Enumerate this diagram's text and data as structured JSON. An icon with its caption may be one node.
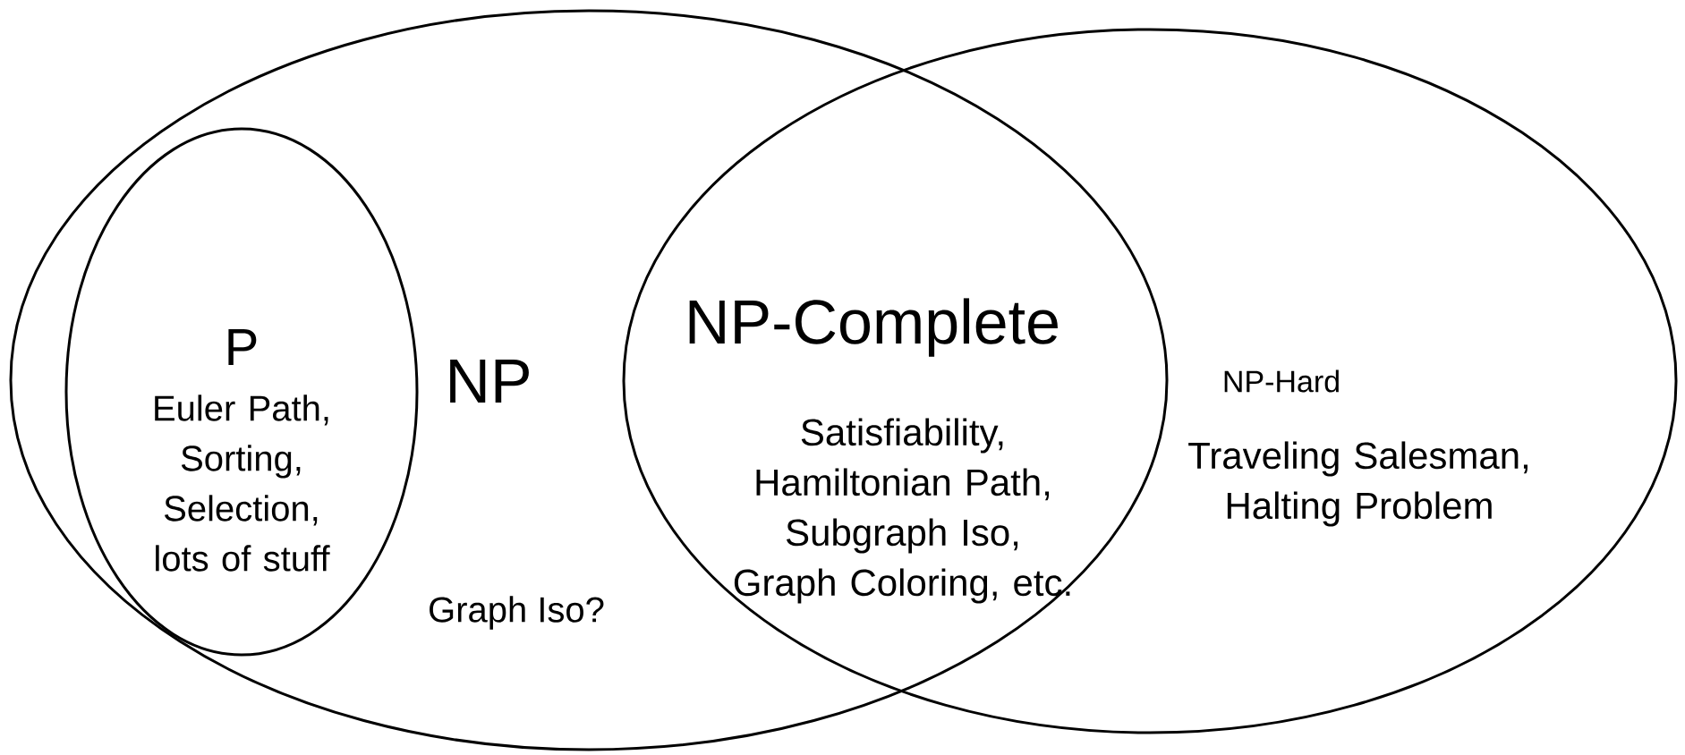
{
  "diagram": {
    "nodes": [
      {
        "text": [
          "NP",
          "Graph Iso?"
        ]
      },
      {
        "text": [
          "P",
          "Euler Path, Sorting, Selection, lots of stuff"
        ],
        "in": 0
      },
      {
        "text": [
          "NP-Hard",
          "Traveling Salesman, Halting Problem"
        ]
      }
    ],
    "labels": [
      "NP-Complete",
      "Satisfiability, Hamiltonian Path, Subgraph Iso, Graph Coloring, etc."
    ]
  }
}
